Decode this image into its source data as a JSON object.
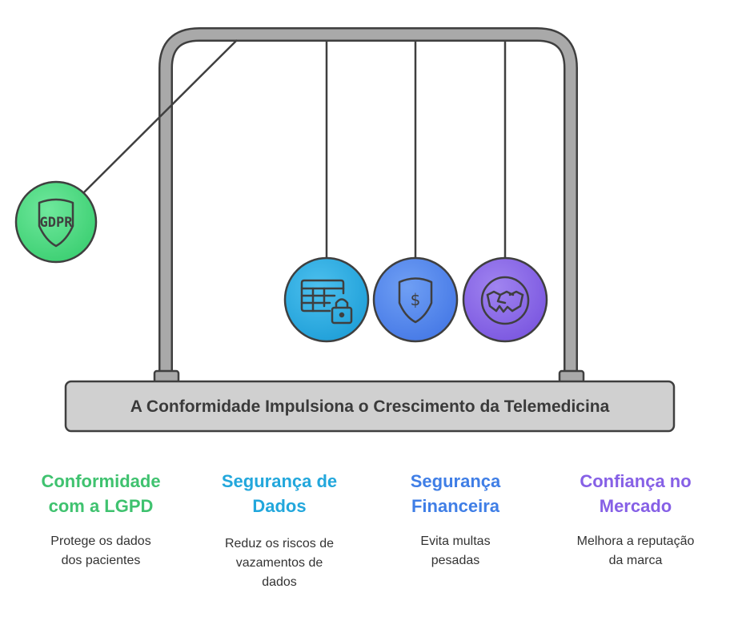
{
  "base": {
    "title": "A Conformidade Impulsiona o Crescimento da Telemedicina"
  },
  "balls": [
    {
      "icon": "gdpr-shield-icon",
      "text": "GDPR",
      "color": "#4ddb82"
    },
    {
      "icon": "table-lock-icon",
      "color": "#27a9e1"
    },
    {
      "icon": "dollar-shield-icon",
      "color": "#4f86ee"
    },
    {
      "icon": "handshake-icon",
      "color": "#8a67e8"
    }
  ],
  "columns": [
    {
      "title": "Conformidade com a LGPD",
      "title_lines": [
        "Conformidade",
        "com a LGPD"
      ],
      "desc_lines": [
        "Protege os dados",
        "dos pacientes"
      ],
      "color": "#3fc26f"
    },
    {
      "title": "Segurança de Dados",
      "title_lines": [
        "Segurança de",
        "Dados"
      ],
      "desc_lines": [
        "Reduz os riscos de",
        "vazamentos de",
        "dados"
      ],
      "color": "#22a7dc"
    },
    {
      "title": "Segurança Financeira",
      "title_lines": [
        "Segurança",
        "Financeira"
      ],
      "desc_lines": [
        "Evita multas",
        "pesadas"
      ],
      "color": "#3f7ee6"
    },
    {
      "title": "Confiança no Mercado",
      "title_lines": [
        "Confiança no",
        "Mercado"
      ],
      "desc_lines": [
        "Melhora a reputação",
        "da marca"
      ],
      "color": "#8660e6"
    }
  ]
}
